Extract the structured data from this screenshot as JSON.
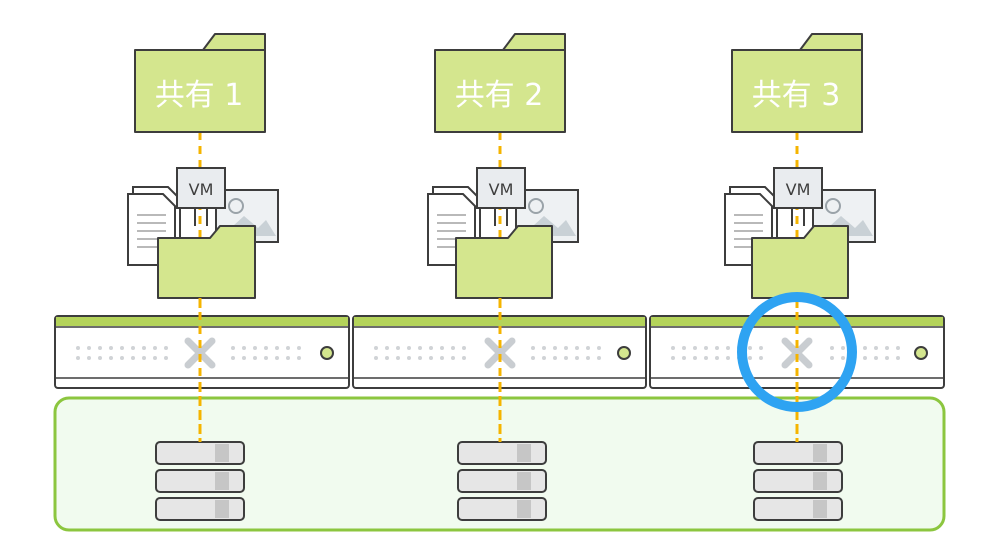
{
  "shares": [
    {
      "label": "共有 1"
    },
    {
      "label": "共有 2"
    },
    {
      "label": "共有 3"
    }
  ],
  "vm_label": "VM",
  "colors": {
    "folder_fill": "#d4e68e",
    "folder_stroke": "#3d3d3d",
    "dash_line": "#f5b400",
    "storage_pool_fill": "#f1fbef",
    "storage_pool_stroke": "#8cc63f",
    "node_top_bar": "#b4d35a",
    "highlight_ring": "#2ea3f2",
    "disk_fill": "#e6e6e6",
    "nutanix_x": "#c9cdd1"
  },
  "highlighted_node": 3
}
